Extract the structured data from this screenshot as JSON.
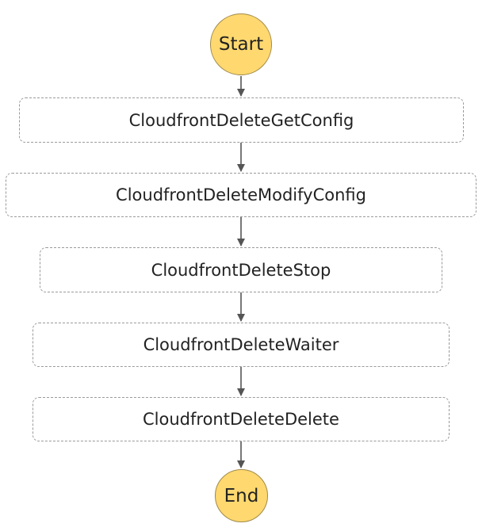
{
  "workflow": {
    "start_label": "Start",
    "end_label": "End",
    "states": [
      {
        "label": "CloudfrontDeleteGetConfig"
      },
      {
        "label": "CloudfrontDeleteModifyConfig"
      },
      {
        "label": "CloudfrontDeleteStop"
      },
      {
        "label": "CloudfrontDeleteWaiter"
      },
      {
        "label": "CloudfrontDeleteDelete"
      }
    ]
  },
  "colors": {
    "terminal_fill": "#ffd86f",
    "edge": "#555555",
    "state_border": "#9a9a9a"
  }
}
